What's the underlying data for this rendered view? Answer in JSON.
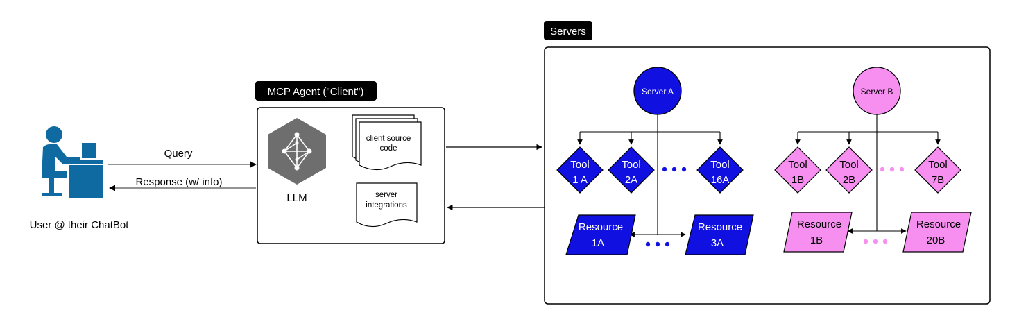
{
  "user": {
    "caption": "User @ their ChatBot"
  },
  "arrows": {
    "query": "Query",
    "response": "Response (w/ info)"
  },
  "client": {
    "title": "MCP Agent (\"Client\")",
    "llm_label": "LLM",
    "doc_source_line1": "client source",
    "doc_source_line2": "code",
    "doc_integrations_line1": "server",
    "doc_integrations_line2": "integrations"
  },
  "servers": {
    "title": "Servers",
    "server_a": {
      "name": "Server A",
      "color": "#1010e0",
      "tools": [
        {
          "line1": "Tool",
          "line2": "1 A"
        },
        {
          "line1": "Tool",
          "line2": "2A"
        },
        {
          "line1": "Tool",
          "line2": "16A"
        }
      ],
      "resources": [
        {
          "line1": "Resource",
          "line2": "1A"
        },
        {
          "line1": "Resource",
          "line2": "3A"
        }
      ]
    },
    "server_b": {
      "name": "Server B",
      "color": "#f78ff0",
      "tools": [
        {
          "line1": "Tool",
          "line2": "1B"
        },
        {
          "line1": "Tool",
          "line2": "2B"
        },
        {
          "line1": "Tool",
          "line2": "7B"
        }
      ],
      "resources": [
        {
          "line1": "Resource",
          "line2": "1B"
        },
        {
          "line1": "Resource",
          "line2": "20B"
        }
      ]
    }
  },
  "colors": {
    "user_icon": "#0e6aa0",
    "llm_hex": "#6e6e6e",
    "black": "#000000"
  }
}
